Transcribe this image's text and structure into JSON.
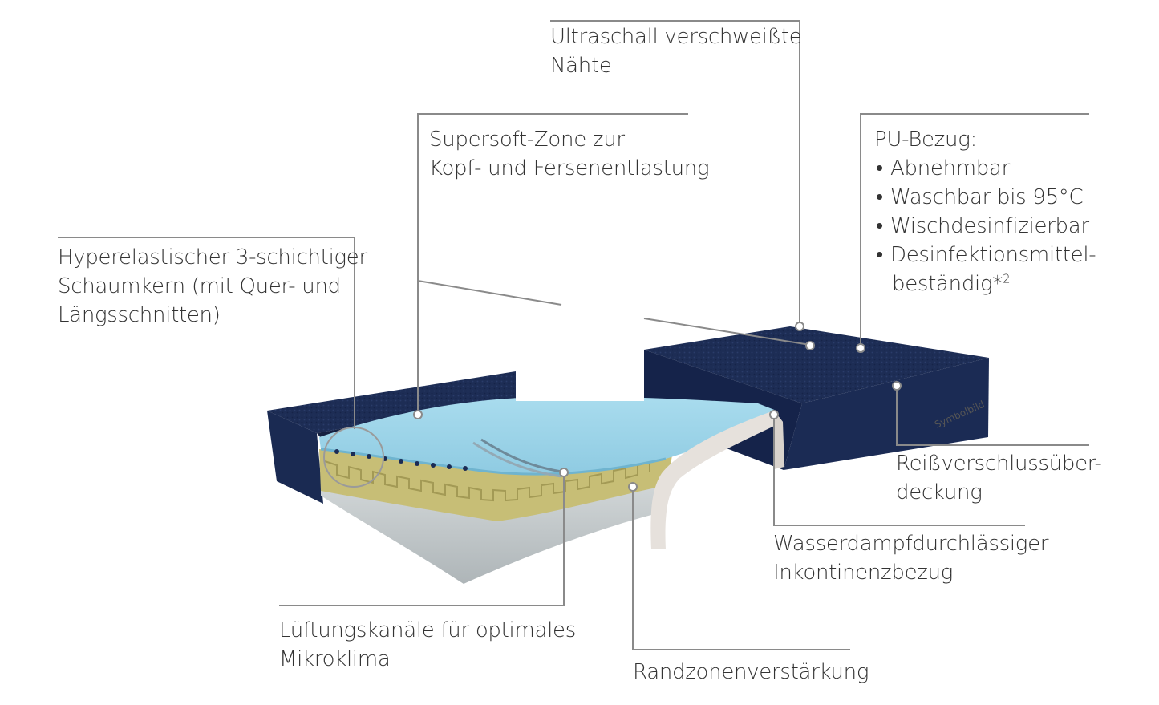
{
  "labels": {
    "ultraschall": {
      "line1": "Ultraschall verschweißte",
      "line2": "Nähte"
    },
    "supersoft": {
      "line1": "Supersoft-Zone zur",
      "line2": "Kopf- und Fersenentlastung"
    },
    "hyperelastisch": {
      "line1": "Hyperelastischer 3-schichtiger",
      "line2": "Schaumkern (mit Quer- und",
      "line3": "Längsschnitten)"
    },
    "pu_bezug": {
      "title": "PU-Bezug:",
      "items": [
        "Abnehmbar",
        "Waschbar bis 95°C",
        "Wischdesinfizierbar",
        "Desinfektionsmittel-"
      ],
      "item4_line2": "beständig",
      "item4_suffix": "*",
      "item4_sup": "2"
    },
    "reissverschluss": {
      "line1": "Reißverschlussüber-",
      "line2": "deckung"
    },
    "wasserdampf": {
      "line1": "Wasserdampfdurchlässiger",
      "line2": "Inkontinenzbezug"
    },
    "lueftung": {
      "line1": "Lüftungskanäle für optimales",
      "line2": "Mikroklima"
    },
    "randzonen": {
      "line1": "Randzonenverstärkung"
    }
  },
  "watermark": "Symbolbild",
  "colors": {
    "cover_navy": "#1d2d55",
    "cover_navy_dark": "#142040",
    "supersoft_blue": "#9dd6ea",
    "core_yellow": "#c9c07a",
    "base_grey": "#c6ccce",
    "incontinence_white": "#e4e0dc",
    "leader_line": "#8a8a8a"
  }
}
